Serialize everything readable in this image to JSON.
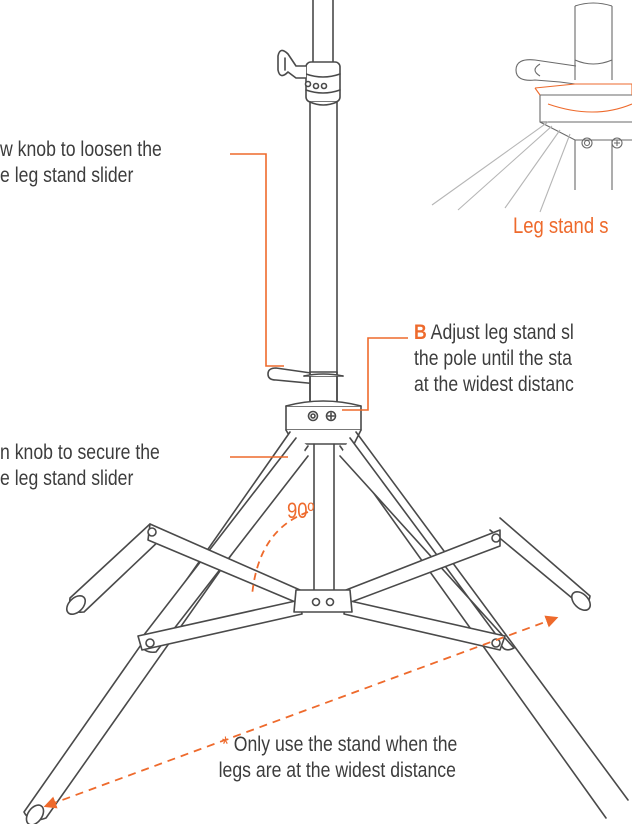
{
  "callouts": {
    "loosen": {
      "line1": "w knob to loosen the",
      "line2": "e leg stand slider"
    },
    "secure": {
      "line1": "n knob to secure the",
      "line2": "e leg stand slider"
    },
    "adjust": {
      "marker": "B",
      "line1": " Adjust leg stand sl",
      "line2": "the pole until the sta",
      "line3": "at the widest distanc"
    },
    "note": {
      "marker": "*",
      "line1": " Only use the stand when the",
      "line2": "legs are at the widest distance"
    }
  },
  "inset": {
    "caption": "Leg stand s"
  },
  "angle_label": "90º",
  "colors": {
    "accent": "#ee6a2c",
    "line": "#4a4a4a",
    "text": "#3d3d3d",
    "guide": "#b0b0b0"
  },
  "icons": [
    "leg-stand-slider-knob-icon"
  ]
}
